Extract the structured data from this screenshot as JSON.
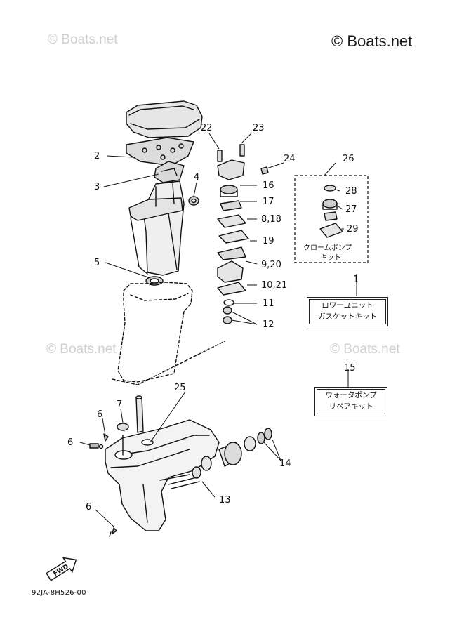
{
  "watermarks": {
    "main": "© Boats.net",
    "faint": "© Boats.net"
  },
  "callouts": {
    "n2": "2",
    "n3": "3",
    "n4": "4",
    "n5": "5",
    "n6": "6",
    "n7": "7",
    "n11": "11",
    "n12": "12",
    "n13": "13",
    "n14": "14",
    "n15": "15",
    "n16": "16",
    "n17": "17",
    "n8_18": "8,18",
    "n19": "19",
    "n9_20": "9,20",
    "n10_21": "10,21",
    "n22": "22",
    "n23": "23",
    "n24": "24",
    "n25": "25",
    "n26": "26",
    "n27": "27",
    "n28": "28",
    "n29": "29",
    "n1": "1"
  },
  "kits": {
    "chrome_pump_line1": "クロームポンプ",
    "chrome_pump_line2": "キット",
    "lower_unit_line1": "ロワーユニット",
    "lower_unit_line2": "ガスケットキット",
    "water_pump_line1": "ウォータポンプ",
    "water_pump_line2": "リペアキット"
  },
  "fwd_label": "FWD",
  "diagram_code": "92JA-8H526-00"
}
